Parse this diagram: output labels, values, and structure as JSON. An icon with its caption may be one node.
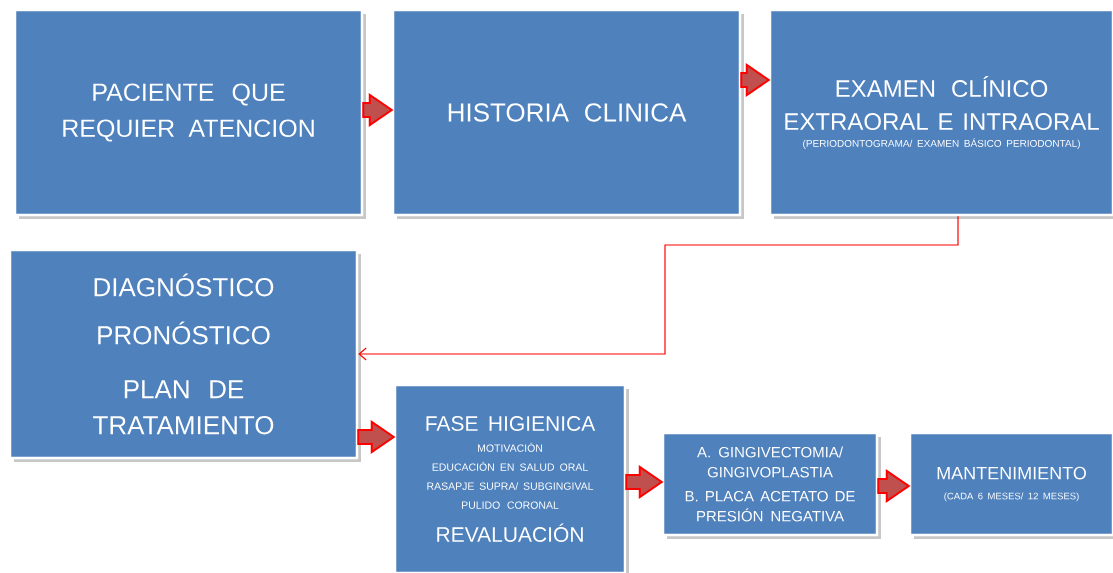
{
  "diagram": {
    "nodes": [
      {
        "text": [
          "PACIENTE QUE REQUIER ATENCION"
        ]
      },
      {
        "text": [
          "HISTORIA CLINICA"
        ]
      },
      {
        "text": [
          "EXAMEN CLÍNICO EXTRAORAL E INTRAORAL",
          "(PERIODONTOGRAMA/ EXAMEN BÁSICO PERIODONTAL)"
        ]
      },
      {
        "text": [
          "DIAGNÓSTICO",
          "PRONÓSTICO",
          "PLAN DE TRATAMIENTO"
        ]
      },
      {
        "text": [
          "FASE HIGIENICA",
          "MOTIVACIÓN",
          "EDUCACIÓN EN SALUD ORAL",
          "RASAPJE SUPRA/ SUBGINGIVAL",
          "PULIDO CORONAL",
          "REVALUACIÓN"
        ]
      },
      {
        "text": [
          "A. GINGIVECTOMIA/ GINGIVOPLASTIA",
          "B. PLACA ACETATO DE PRESIÓN NEGATIVA"
        ]
      },
      {
        "text": [
          "MANTENIMIENTO",
          "(CADA 6 MESES/ 12 MESES)"
        ]
      }
    ],
    "edges": [
      {
        "from": 0,
        "to": 1,
        "arrow": "to",
        "style": "thick"
      },
      {
        "from": 1,
        "to": 2,
        "arrow": "to",
        "style": "thick"
      },
      {
        "from": 2,
        "to": 3,
        "arrow": "to"
      },
      {
        "from": 3,
        "to": 4,
        "arrow": "to",
        "style": "thick"
      },
      {
        "from": 4,
        "to": 5,
        "arrow": "to",
        "style": "thick"
      },
      {
        "from": 5,
        "to": 6,
        "arrow": "to",
        "style": "thick"
      }
    ]
  }
}
